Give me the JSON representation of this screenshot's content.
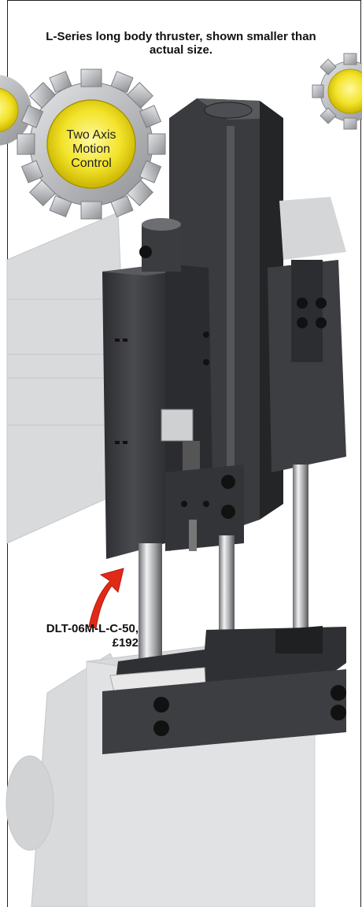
{
  "caption_top": "L-Series long body thruster, shown smaller than actual size.",
  "gear": {
    "line1": "Two Axis",
    "line2": "Motion",
    "line3": "Control"
  },
  "product": {
    "model": "DLT-06M-L-C-50,",
    "price": "£192"
  },
  "colors": {
    "gear_yellow": "#f1e22a",
    "gear_grey": "#bdbfc2",
    "arrow_red": "#e02a18",
    "machine_dark": "#3c3d40"
  }
}
